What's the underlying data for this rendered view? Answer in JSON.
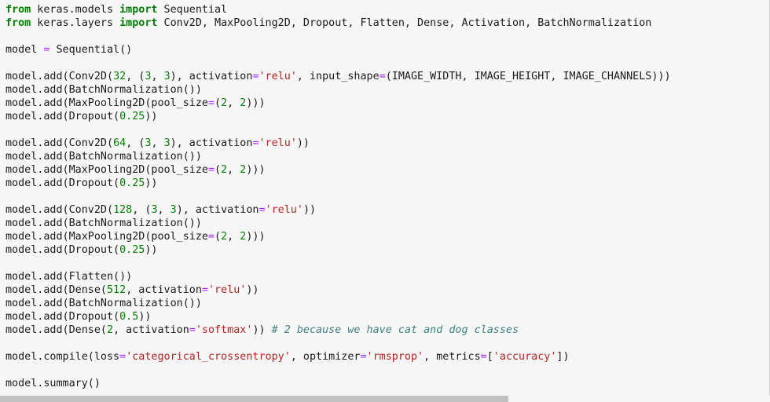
{
  "code_lines": [
    [
      {
        "t": "from",
        "c": "kw"
      },
      {
        "t": " keras.models ",
        "c": "plain"
      },
      {
        "t": "import",
        "c": "kw"
      },
      {
        "t": " Sequential",
        "c": "plain"
      }
    ],
    [
      {
        "t": "from",
        "c": "kw"
      },
      {
        "t": " keras.layers ",
        "c": "plain"
      },
      {
        "t": "import",
        "c": "kw"
      },
      {
        "t": " Conv2D, MaxPooling2D, Dropout, Flatten, Dense, Activation, BatchNormalization",
        "c": "plain"
      }
    ],
    [],
    [
      {
        "t": "model ",
        "c": "plain"
      },
      {
        "t": "=",
        "c": "op"
      },
      {
        "t": " Sequential()",
        "c": "plain"
      }
    ],
    [],
    [
      {
        "t": "model.add(Conv2D(",
        "c": "plain"
      },
      {
        "t": "32",
        "c": "num"
      },
      {
        "t": ", (",
        "c": "plain"
      },
      {
        "t": "3",
        "c": "num"
      },
      {
        "t": ", ",
        "c": "plain"
      },
      {
        "t": "3",
        "c": "num"
      },
      {
        "t": "), activation",
        "c": "plain"
      },
      {
        "t": "=",
        "c": "op"
      },
      {
        "t": "'relu'",
        "c": "str"
      },
      {
        "t": ", input_shape",
        "c": "plain"
      },
      {
        "t": "=",
        "c": "op"
      },
      {
        "t": "(IMAGE_WIDTH, IMAGE_HEIGHT, IMAGE_CHANNELS)))",
        "c": "plain"
      }
    ],
    [
      {
        "t": "model.add(BatchNormalization())",
        "c": "plain"
      }
    ],
    [
      {
        "t": "model.add(MaxPooling2D(pool_size",
        "c": "plain"
      },
      {
        "t": "=",
        "c": "op"
      },
      {
        "t": "(",
        "c": "plain"
      },
      {
        "t": "2",
        "c": "num"
      },
      {
        "t": ", ",
        "c": "plain"
      },
      {
        "t": "2",
        "c": "num"
      },
      {
        "t": ")))",
        "c": "plain"
      }
    ],
    [
      {
        "t": "model.add(Dropout(",
        "c": "plain"
      },
      {
        "t": "0.25",
        "c": "num"
      },
      {
        "t": "))",
        "c": "plain"
      }
    ],
    [],
    [
      {
        "t": "model.add(Conv2D(",
        "c": "plain"
      },
      {
        "t": "64",
        "c": "num"
      },
      {
        "t": ", (",
        "c": "plain"
      },
      {
        "t": "3",
        "c": "num"
      },
      {
        "t": ", ",
        "c": "plain"
      },
      {
        "t": "3",
        "c": "num"
      },
      {
        "t": "), activation",
        "c": "plain"
      },
      {
        "t": "=",
        "c": "op"
      },
      {
        "t": "'relu'",
        "c": "str"
      },
      {
        "t": "))",
        "c": "plain"
      }
    ],
    [
      {
        "t": "model.add(BatchNormalization())",
        "c": "plain"
      }
    ],
    [
      {
        "t": "model.add(MaxPooling2D(pool_size",
        "c": "plain"
      },
      {
        "t": "=",
        "c": "op"
      },
      {
        "t": "(",
        "c": "plain"
      },
      {
        "t": "2",
        "c": "num"
      },
      {
        "t": ", ",
        "c": "plain"
      },
      {
        "t": "2",
        "c": "num"
      },
      {
        "t": ")))",
        "c": "plain"
      }
    ],
    [
      {
        "t": "model.add(Dropout(",
        "c": "plain"
      },
      {
        "t": "0.25",
        "c": "num"
      },
      {
        "t": "))",
        "c": "plain"
      }
    ],
    [],
    [
      {
        "t": "model.add(Conv2D(",
        "c": "plain"
      },
      {
        "t": "128",
        "c": "num"
      },
      {
        "t": ", (",
        "c": "plain"
      },
      {
        "t": "3",
        "c": "num"
      },
      {
        "t": ", ",
        "c": "plain"
      },
      {
        "t": "3",
        "c": "num"
      },
      {
        "t": "), activation",
        "c": "plain"
      },
      {
        "t": "=",
        "c": "op"
      },
      {
        "t": "'relu'",
        "c": "str"
      },
      {
        "t": "))",
        "c": "plain"
      }
    ],
    [
      {
        "t": "model.add(BatchNormalization())",
        "c": "plain"
      }
    ],
    [
      {
        "t": "model.add(MaxPooling2D(pool_size",
        "c": "plain"
      },
      {
        "t": "=",
        "c": "op"
      },
      {
        "t": "(",
        "c": "plain"
      },
      {
        "t": "2",
        "c": "num"
      },
      {
        "t": ", ",
        "c": "plain"
      },
      {
        "t": "2",
        "c": "num"
      },
      {
        "t": ")))",
        "c": "plain"
      }
    ],
    [
      {
        "t": "model.add(Dropout(",
        "c": "plain"
      },
      {
        "t": "0.25",
        "c": "num"
      },
      {
        "t": "))",
        "c": "plain"
      }
    ],
    [],
    [
      {
        "t": "model.add(Flatten())",
        "c": "plain"
      }
    ],
    [
      {
        "t": "model.add(Dense(",
        "c": "plain"
      },
      {
        "t": "512",
        "c": "num"
      },
      {
        "t": ", activation",
        "c": "plain"
      },
      {
        "t": "=",
        "c": "op"
      },
      {
        "t": "'relu'",
        "c": "str"
      },
      {
        "t": "))",
        "c": "plain"
      }
    ],
    [
      {
        "t": "model.add(BatchNormalization())",
        "c": "plain"
      }
    ],
    [
      {
        "t": "model.add(Dropout(",
        "c": "plain"
      },
      {
        "t": "0.5",
        "c": "num"
      },
      {
        "t": "))",
        "c": "plain"
      }
    ],
    [
      {
        "t": "model.add(Dense(",
        "c": "plain"
      },
      {
        "t": "2",
        "c": "num"
      },
      {
        "t": ", activation",
        "c": "plain"
      },
      {
        "t": "=",
        "c": "op"
      },
      {
        "t": "'softmax'",
        "c": "str"
      },
      {
        "t": ")) ",
        "c": "plain"
      },
      {
        "t": "# 2 because we have cat and dog classes",
        "c": "com"
      }
    ],
    [],
    [
      {
        "t": "model.compile(loss",
        "c": "plain"
      },
      {
        "t": "=",
        "c": "op"
      },
      {
        "t": "'categorical_crossentropy'",
        "c": "str"
      },
      {
        "t": ", optimizer",
        "c": "plain"
      },
      {
        "t": "=",
        "c": "op"
      },
      {
        "t": "'rmsprop'",
        "c": "str"
      },
      {
        "t": ", metrics",
        "c": "plain"
      },
      {
        "t": "=",
        "c": "op"
      },
      {
        "t": "[",
        "c": "plain"
      },
      {
        "t": "'accuracy'",
        "c": "str"
      },
      {
        "t": "])",
        "c": "plain"
      }
    ],
    [],
    [
      {
        "t": "model.summary()",
        "c": "plain"
      }
    ]
  ],
  "colors": {
    "background": "#f7f7f7",
    "keyword": "#008000",
    "operator": "#aa22ff",
    "number": "#008000",
    "string": "#ba2121",
    "comment": "#408080",
    "scrollbar_thumb": "#c1c1c1"
  },
  "scrollbar": {
    "horizontal_visible_fraction": 0.66
  }
}
